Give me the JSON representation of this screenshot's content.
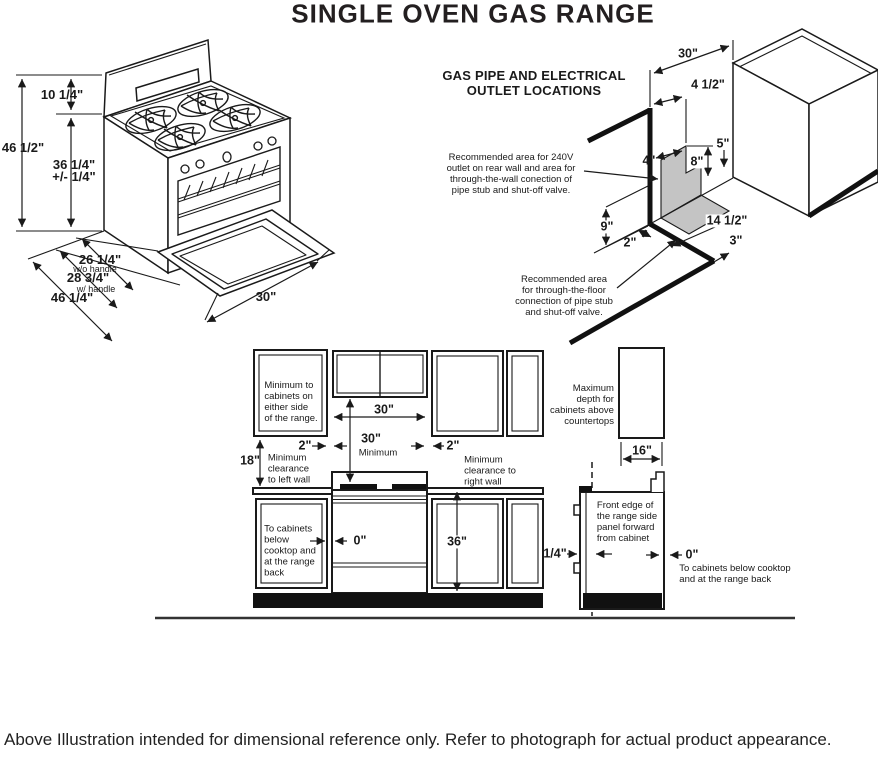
{
  "title": "SINGLE OVEN GAS RANGE",
  "caption": "Above Illustration intended for dimensional reference only. Refer to photograph for actual product appearance.",
  "range_iso": {
    "height_backsplash": "10 1/4\"",
    "height_total": "46 1/2\"",
    "height_cooktop": "36 1/4\"\n+/- 1/4\"",
    "depth_no_handle": "26 1/4\"",
    "depth_no_handle_note": "w/o handle",
    "depth_handle": "28 3/4\"",
    "depth_handle_note": "w/ handle",
    "depth_door_open": "46 1/4\"",
    "door_width": "30\""
  },
  "gas_outlet": {
    "heading": "GAS PIPE AND ELECTRICAL\nOUTLET LOCATIONS",
    "wall_note": "Recommended area for 240V\noutlet on rear wall and area for\nthrough-the-wall conection of\npipe stub and shut-off valve.",
    "floor_note": "Recommended area\nfor through-the-floor\nconnection of pipe stub\nand shut-off valve.",
    "dim_width": "30\"",
    "dim_4_5": "4 1/2\"",
    "dim_4": "4\"",
    "dim_8": "8\"",
    "dim_5": "5\"",
    "dim_9": "9\"",
    "dim_2": "2\"",
    "dim_14_5": "14 1/2\"",
    "dim_3": "3\""
  },
  "front_view": {
    "cabinet_note": "Minimum to\ncabinets on\neither side\nof the range.",
    "dim_width_top": "30\"",
    "dim_width_mid": "30\"",
    "dim_width_mid_note": "Minimum",
    "dim_left_gap": "2\"",
    "dim_right_gap": "2\"",
    "left_wall_note": "Minimum\nclearance\nto left wall",
    "right_wall_note": "Minimum\nclearance to\nright wall",
    "dim_upper_height": "18\"",
    "below_note": "To cabinets\nbelow\ncooktop and\nat the range\nback",
    "dim_zero": "0\"",
    "dim_counter_height": "36\""
  },
  "side_view": {
    "depth_note": "Maximum\ndepth for\ncabinets above\ncountertops",
    "dim_depth": "16\"",
    "front_edge_note": "Front edge of\nthe range side\npanel forward\nfrom cabinet",
    "dim_quarter": "1/4\"",
    "dim_zero": "0\"",
    "below_note": "To cabinets below cooktop\nand at the range back"
  }
}
